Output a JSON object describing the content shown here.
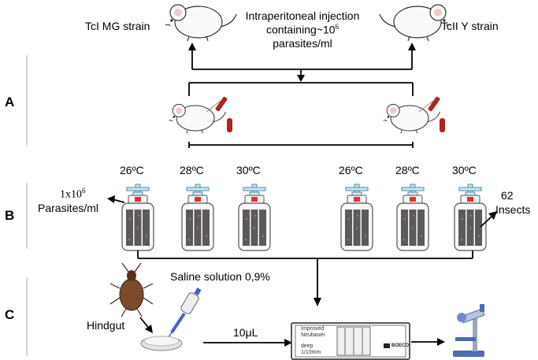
{
  "top": {
    "left_strain": "TcI MG strain",
    "right_strain": "TcII  Y strain",
    "injection_line1": "Intraperitoneal injection",
    "injection_line2_prefix": "containing~10",
    "injection_exp": "6",
    "injection_line3": "parasites/ml"
  },
  "sections": {
    "a": "A",
    "b": "B",
    "c": "C"
  },
  "temperatures": [
    "26ºC",
    "28ºC",
    "30ºC",
    "26ºC",
    "28ºC",
    "30ºC"
  ],
  "section_b": {
    "density_prefix": "1x10",
    "density_exp": "6",
    "density_unit": "Parasites/ml",
    "insect_count": "62",
    "insect_label": "Insects"
  },
  "section_c": {
    "saline": "Saline solution 0,9%",
    "hindgut": "Hindgut",
    "volume": "10μL",
    "chamber_line1": "Improved",
    "chamber_line2": "Neubauer",
    "chamber_line3": "deep",
    "chamber_line4": "1/10mm",
    "chamber_brand": "BOECO"
  },
  "colors": {
    "line": "#000000",
    "jar_fill": "#5a5a5a",
    "blood": "#b22222",
    "pipette": "#4a5ad8",
    "separator": "#d6d6d6"
  }
}
